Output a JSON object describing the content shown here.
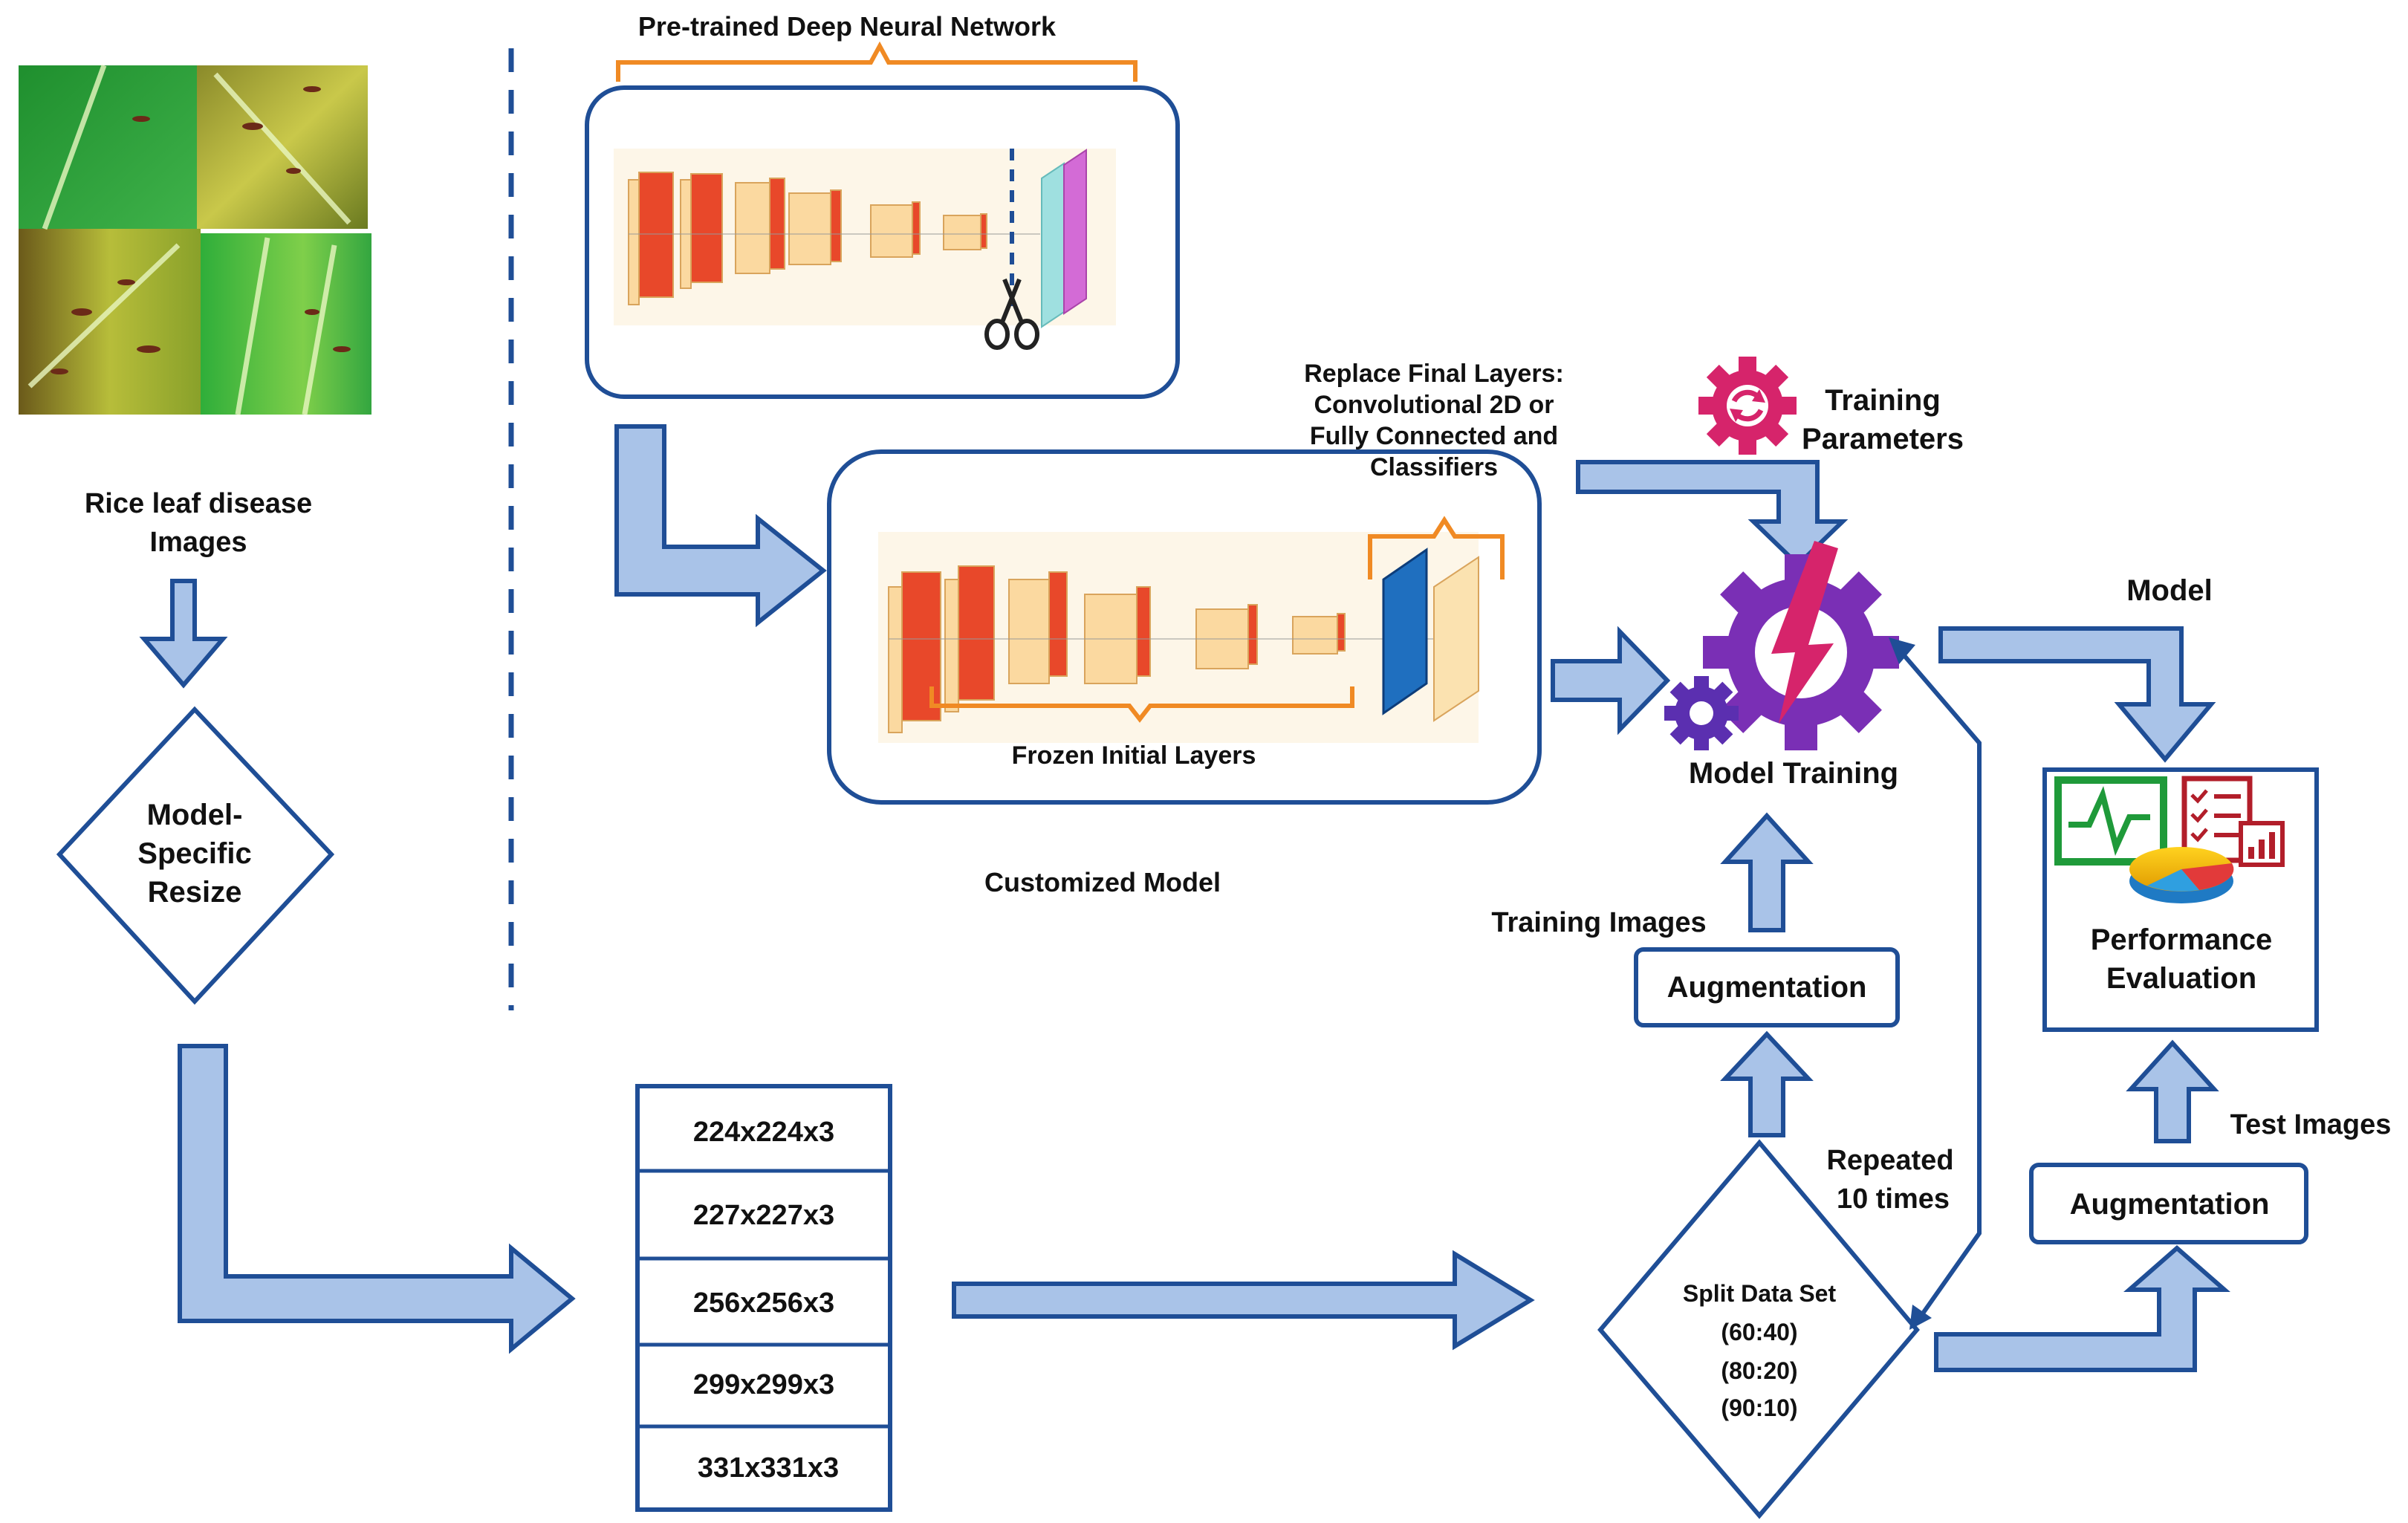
{
  "labels": {
    "pretrained_title": "Pre-trained Deep Neural Network",
    "rice_images_line1": "Rice leaf disease",
    "rice_images_line2": "Images",
    "resize_line1": "Model-",
    "resize_line2": "Specific",
    "resize_line3": "Resize",
    "replace_line1": "Replace Final Layers:",
    "replace_line2": "Convolutional 2D or",
    "replace_line3": "Fully Connected and",
    "replace_line4": "Classifiers",
    "frozen_layers": "Frozen Initial Layers",
    "customized_model": "Customized Model",
    "training_params_line1": "Training",
    "training_params_line2": "Parameters",
    "model_training": "Model Training",
    "model": "Model",
    "performance_line1": "Performance",
    "performance_line2": "Evaluation",
    "training_images": "Training Images",
    "augmentation_train": "Augmentation",
    "augmentation_test": "Augmentation",
    "test_images": "Test Images",
    "repeated_line1": "Repeated",
    "repeated_line2": "10 times",
    "split_title": "Split Data Set",
    "split_1": "(60:40)",
    "split_2": "(80:20)",
    "split_3": "(90:10)"
  },
  "sizes": [
    "224x224x3",
    "227x227x3",
    "256x256x3",
    "299x299x3",
    "331x331x3"
  ],
  "icons": {
    "rice_leaf": "rice-leaf-photo",
    "cnn_pretrained": "cnn-architecture",
    "cnn_custom": "cnn-architecture",
    "scissors": "scissors-icon",
    "settings_gear": "gear-refresh-icon",
    "training_gear": "gear-lightning-icon",
    "evaluation": "dashboard-chart-icon"
  },
  "colors": {
    "navy": "#1f4e96",
    "arrow_fill": "#a9c3e8",
    "bracket": "#f08a24",
    "conv_red": "#e8482a",
    "layer_beige": "#fbd9a0",
    "gear_purple": "#7a2fb5",
    "gear_pink": "#d6246b"
  }
}
